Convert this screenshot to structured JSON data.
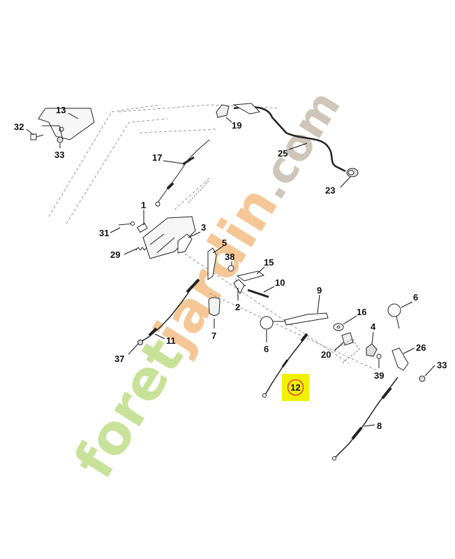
{
  "watermark": {
    "parts": [
      {
        "text": "foret",
        "color": "#c8e29a"
      },
      {
        "text": "jardin",
        "color": "#f5c796"
      },
      {
        "text": ".com",
        "color": "#cfc5b9"
      }
    ]
  },
  "highlight": {
    "label": "12",
    "box_color": "#f2f200",
    "ring_color": "#e8403a"
  },
  "callouts": [
    "13",
    "32",
    "33",
    "19",
    "25",
    "17",
    "23",
    "1",
    "31",
    "3",
    "29",
    "5",
    "38",
    "15",
    "10",
    "9",
    "6",
    "16",
    "4",
    "2",
    "7",
    "6",
    "11",
    "37",
    "20",
    "26",
    "33",
    "39",
    "8"
  ]
}
